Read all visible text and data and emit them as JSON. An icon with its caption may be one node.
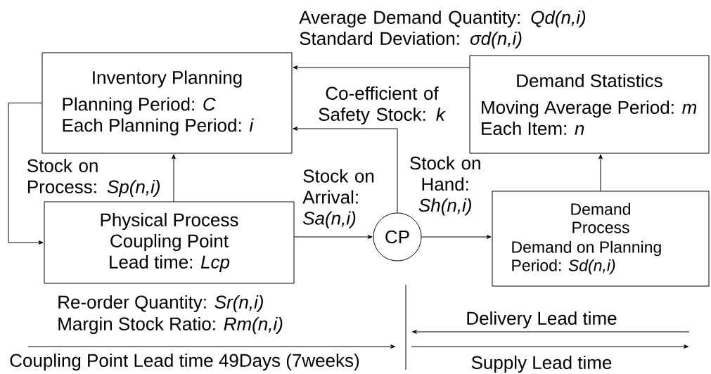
{
  "diagram": {
    "nodes": [
      {
        "text": [
          "Inventory Planning",
          "Planning Period:    *C*",
          "Each Planning Period: *i*"
        ]
      },
      {
        "text": [
          "Demand Statistics",
          "Moving Average Period: *m*",
          "Each Item:  *n*"
        ]
      },
      {
        "text": [
          "Physical Process",
          "Coupling Point",
          "Lead time:  *Lcp*"
        ]
      },
      {
        "text": [
          "CP"
        ]
      },
      {
        "text": [
          "Demand Process",
          "Demand on Planning Period:  *Sd(n,i)*"
        ]
      }
    ],
    "edges": [
      {
        "from": 1,
        "to": 0,
        "arrow": "to",
        "label": "Average Demand Quantity: *Qd(n,i)* Standard Deviation: *σd(n,i)*"
      },
      {
        "from": 3,
        "to": 0,
        "arrow": "to",
        "label": "Stock on Hand: *Sh(n,i)*"
      },
      {
        "from": 2,
        "to": 0,
        "arrow": "to",
        "label": "Stock on Process: *Sp(n,i)*"
      },
      {
        "from": 0,
        "to": 2,
        "arrow": "to"
      },
      {
        "from": 2,
        "to": 3,
        "arrow": "to",
        "label": "Stock on Arrival: *Sa(n,i)*"
      },
      {
        "from": 3,
        "to": 4,
        "arrow": "to"
      },
      {
        "from": 4,
        "to": 1,
        "arrow": "to"
      }
    ],
    "labels": [
      "Co-efficient of Safety Stock: *k*",
      "Re-order Quantity: *Sr(n,i)*",
      "Margin Stock Ratio: *Rm(n,i)*",
      "Delivery Lead time",
      "Coupling Point Lead time 49Days (7weeks)",
      "Supply Lead time"
    ]
  }
}
